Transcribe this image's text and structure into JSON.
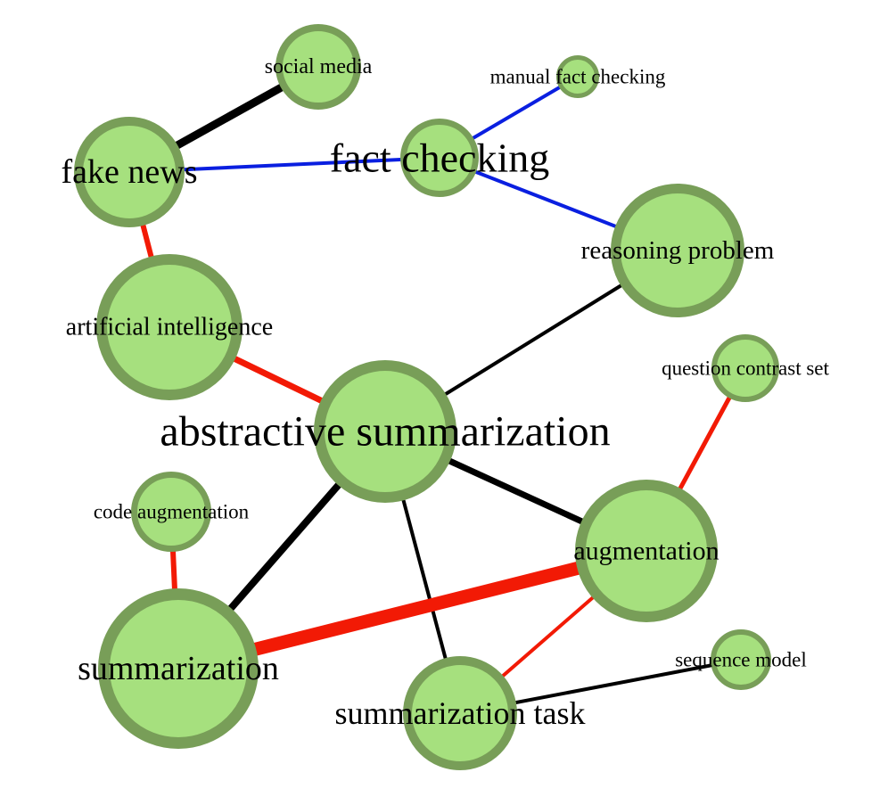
{
  "colors": {
    "node_fill": "#a6e07e",
    "node_stroke": "#789e58",
    "edge_red": "#f21a05",
    "edge_blue": "#0a1fe0",
    "edge_black": "#000000",
    "text": "#000000"
  },
  "nodes": [
    {
      "id": "social-media",
      "label": "social media"
    },
    {
      "id": "manual-fact-checking",
      "label": "manual fact checking"
    },
    {
      "id": "fake-news",
      "label": "fake news"
    },
    {
      "id": "fact-checking",
      "label": "fact checking"
    },
    {
      "id": "reasoning-problem",
      "label": "reasoning problem"
    },
    {
      "id": "artificial-intelligence",
      "label": "artificial intelligence"
    },
    {
      "id": "question-contrast-set",
      "label": "question contrast set"
    },
    {
      "id": "abstractive-summarization",
      "label": "abstractive summarization"
    },
    {
      "id": "code-augmentation",
      "label": "code augmentation"
    },
    {
      "id": "augmentation",
      "label": "augmentation"
    },
    {
      "id": "sequence-model",
      "label": "sequence model"
    },
    {
      "id": "summarization",
      "label": "summarization"
    },
    {
      "id": "summarization-task",
      "label": "summarization task"
    }
  ],
  "edges": [
    {
      "source": "fake-news",
      "target": "social-media",
      "color": "black"
    },
    {
      "source": "fake-news",
      "target": "fact-checking",
      "color": "blue"
    },
    {
      "source": "fact-checking",
      "target": "manual-fact-checking",
      "color": "blue"
    },
    {
      "source": "fact-checking",
      "target": "reasoning-problem",
      "color": "blue"
    },
    {
      "source": "fake-news",
      "target": "artificial-intelligence",
      "color": "red"
    },
    {
      "source": "artificial-intelligence",
      "target": "abstractive-summarization",
      "color": "red"
    },
    {
      "source": "abstractive-summarization",
      "target": "reasoning-problem",
      "color": "black"
    },
    {
      "source": "abstractive-summarization",
      "target": "augmentation",
      "color": "black"
    },
    {
      "source": "abstractive-summarization",
      "target": "summarization",
      "color": "black"
    },
    {
      "source": "abstractive-summarization",
      "target": "summarization-task",
      "color": "black"
    },
    {
      "source": "augmentation",
      "target": "question-contrast-set",
      "color": "red"
    },
    {
      "source": "code-augmentation",
      "target": "summarization",
      "color": "red"
    },
    {
      "source": "summarization",
      "target": "augmentation",
      "color": "red"
    },
    {
      "source": "augmentation",
      "target": "summarization-task",
      "color": "red"
    },
    {
      "source": "summarization-task",
      "target": "sequence-model",
      "color": "black"
    }
  ]
}
